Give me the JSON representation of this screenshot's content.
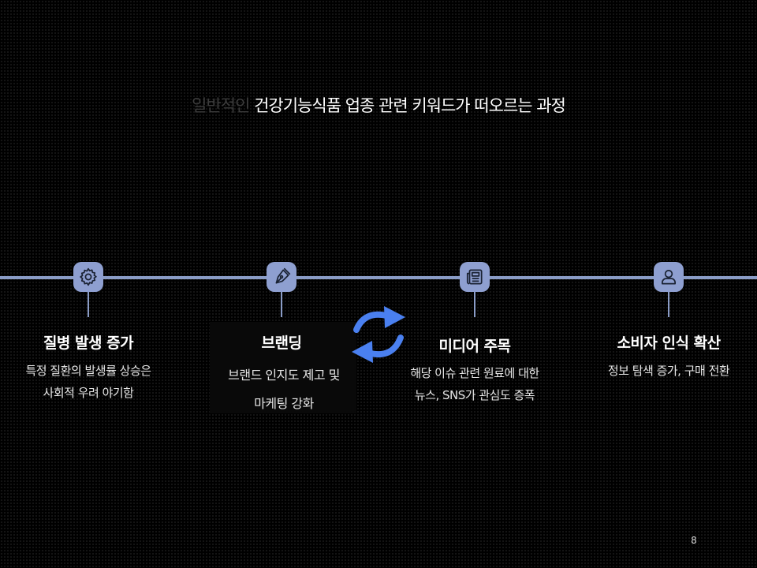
{
  "title": {
    "dim": "일반적인",
    "bright": "건강기능식품 업종 관련 키워드가 떠오르는 과정"
  },
  "steps": [
    {
      "icon": "gear-icon",
      "heading": "질병 발생 증가",
      "lines": [
        "특정 질환의 발생률 상승은",
        "사회적 우려 야기함"
      ]
    },
    {
      "icon": "pen-icon",
      "heading": "브랜딩",
      "lines": [
        "브랜드 인지도 제고 및",
        "마케팅 강화"
      ]
    },
    {
      "icon": "newspaper-icon",
      "heading": "미디어 주목",
      "lines": [
        "해당 이슈 관련 원료에 대한",
        "뉴스, SNS가 관심도 증폭"
      ]
    },
    {
      "icon": "user-icon",
      "heading": "소비자 인식 확산",
      "lines": [
        "정보 탐색 증가, 구매 전환"
      ]
    }
  ],
  "cycle_icon": "refresh-cycle-icon",
  "colors": {
    "timeline": "#8a9cc6",
    "node": "#8e9fd0",
    "cycle": "#4a80f0",
    "background": "#000000"
  },
  "page_number": "8"
}
